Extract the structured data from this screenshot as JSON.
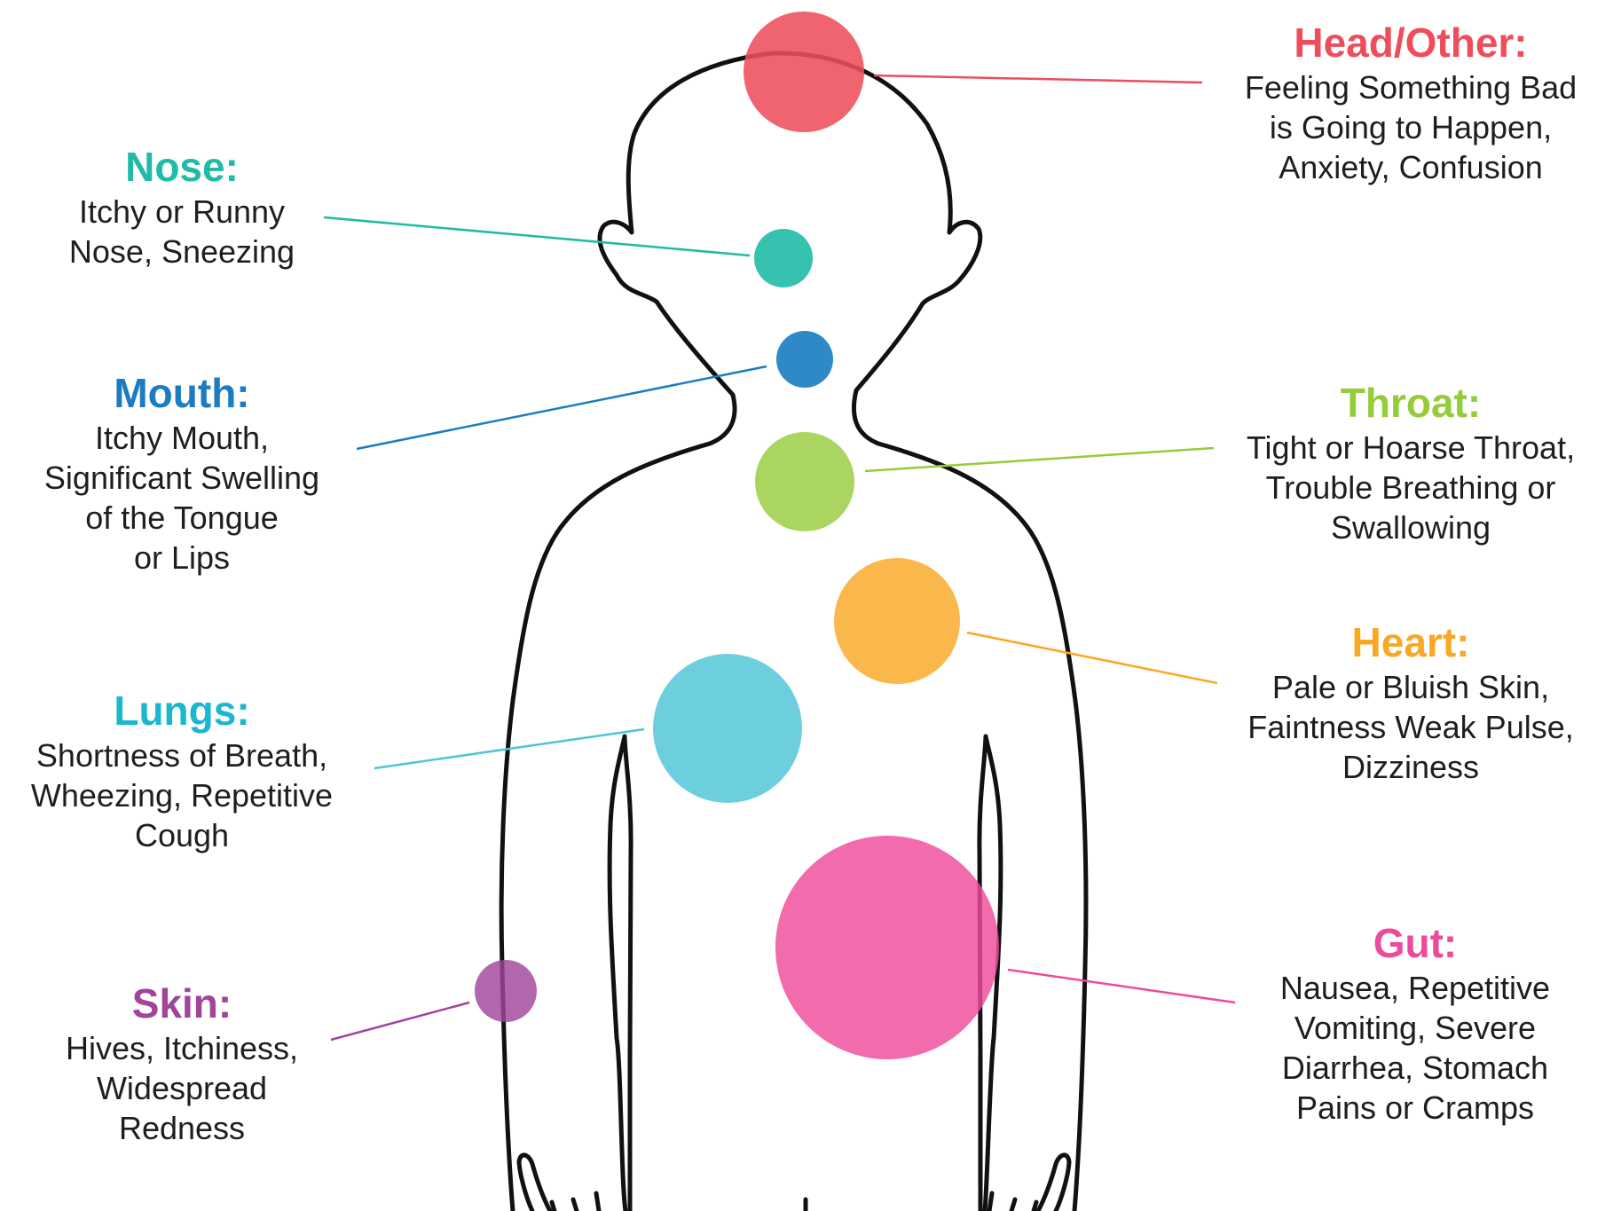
{
  "colors": {
    "outline": "#111111",
    "head_other": "#ee4e5c",
    "nose": "#1fbba6",
    "mouth": "#1a7cc1",
    "throat": "#96cb3a",
    "heart": "#f9a825",
    "lungs": "#4dc5d6",
    "gut": "#ee4a9b",
    "skin": "#a0449c"
  },
  "regions": {
    "head_other": {
      "title": "Head/Other:",
      "lines": [
        "Feeling Something Bad",
        "is Going to Happen,",
        "Anxiety, Confusion"
      ]
    },
    "nose": {
      "title": "Nose:",
      "lines": [
        "Itchy or Runny",
        "Nose, Sneezing"
      ]
    },
    "mouth": {
      "title": "Mouth:",
      "lines": [
        "Itchy Mouth,",
        "Significant Swelling",
        "of the Tongue",
        "or Lips"
      ]
    },
    "throat": {
      "title": "Throat:",
      "lines": [
        "Tight or Hoarse Throat,",
        "Trouble Breathing or",
        "Swallowing"
      ]
    },
    "heart": {
      "title": "Heart:",
      "lines": [
        "Pale or Bluish Skin,",
        "Faintness Weak Pulse,",
        "Dizziness"
      ]
    },
    "lungs": {
      "title": "Lungs:",
      "lines": [
        "Shortness of Breath,",
        "Wheezing, Repetitive",
        "Cough"
      ]
    },
    "skin": {
      "title": "Skin:",
      "lines": [
        "Hives, Itchiness,",
        "Widespread",
        "Redness"
      ]
    },
    "gut": {
      "title": "Gut:",
      "lines": [
        "Nausea, Repetitive",
        "Vomiting, Severe",
        "Diarrhea, Stomach",
        "Pains or Cramps"
      ]
    }
  }
}
